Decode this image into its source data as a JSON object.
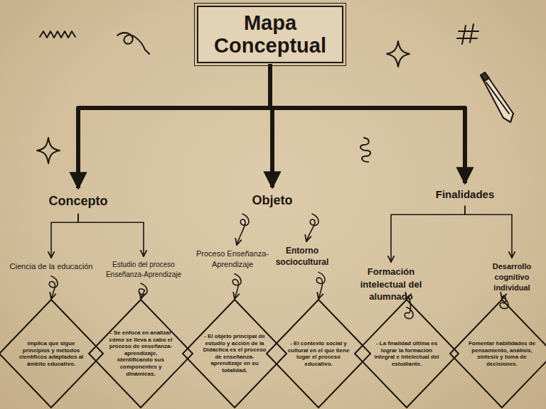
{
  "diagram": {
    "nodes": [
      {
        "text": [
          "Mapa Conceptual"
        ]
      },
      {
        "text": [
          "Concepto"
        ]
      },
      {
        "text": [
          "Objeto"
        ]
      },
      {
        "text": [
          "Finalidades"
        ]
      },
      {
        "text": [
          "Ciencia de la educación"
        ]
      },
      {
        "text": [
          "Estudio del proceso Enseñanza-Aprendizaje"
        ]
      },
      {
        "text": [
          "Proceso Enseñanza-Aprendizaje"
        ]
      },
      {
        "text": [
          "Entorno sociocultural"
        ]
      },
      {
        "text": [
          "Formación intelectual del alumnado"
        ]
      },
      {
        "text": [
          "Desarrollo cognitivo individual"
        ]
      },
      {
        "text": [
          "implica que sigue principios y métodos científicos adaptados al ámbito educativo."
        ]
      },
      {
        "text": [
          "- Se enfoca en analizar cómo se lleva a cabo el proceso de enseñanza-aprendizaje, identificando sus componentes y dinámicas."
        ]
      },
      {
        "text": [
          "- El objeto principal de estudio y acción de la Didáctica es el proceso de enseñanza-aprendizaje en su totalidad."
        ]
      },
      {
        "text": [
          "- El contexto social y cultural en el que tiene lugar el proceso educativo."
        ]
      },
      {
        "text": [
          "- La finalidad última es lograr la formación integral e intelectual del estudiante."
        ]
      },
      {
        "text": [
          "Fomentar habilidades de pensamiento, análisis, síntesis y toma de decisiones."
        ]
      }
    ],
    "edges": [
      {
        "from": 0,
        "to": 1,
        "arrow": "to"
      },
      {
        "from": 0,
        "to": 2,
        "arrow": "to"
      },
      {
        "from": 0,
        "to": 3,
        "arrow": "to"
      },
      {
        "from": 1,
        "to": 4,
        "arrow": "to"
      },
      {
        "from": 1,
        "to": 5,
        "arrow": "to"
      },
      {
        "from": 2,
        "to": 6,
        "arrow": "to"
      },
      {
        "from": 2,
        "to": 7,
        "arrow": "to"
      },
      {
        "from": 3,
        "to": 8,
        "arrow": "to"
      },
      {
        "from": 3,
        "to": 9,
        "arrow": "to"
      },
      {
        "from": 4,
        "to": 10,
        "arrow": "to"
      },
      {
        "from": 5,
        "to": 11,
        "arrow": "to"
      },
      {
        "from": 6,
        "to": 12,
        "arrow": "to"
      },
      {
        "from": 7,
        "to": 13,
        "arrow": "to"
      },
      {
        "from": 8,
        "to": 14,
        "arrow": "to"
      },
      {
        "from": 9,
        "to": 15,
        "arrow": "to"
      }
    ]
  }
}
